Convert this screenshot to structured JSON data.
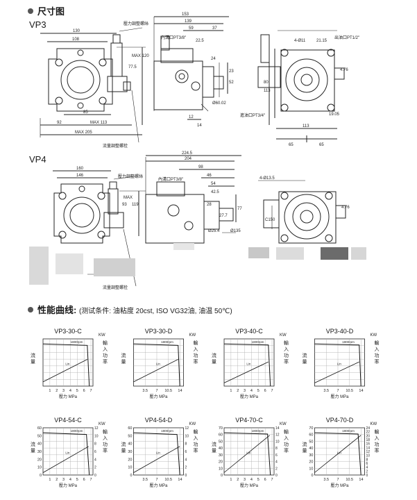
{
  "dims_section": {
    "title": "尺寸图",
    "vp3": {
      "label": "VP3",
      "front": {
        "w130": "130",
        "w108": "108",
        "adj": "壓力調整螺絲",
        "max120": "MAX 120",
        "v77": "77.5",
        "w85": "85",
        "w92": "92",
        "max113": "MAX 113",
        "max205": "MAX 205",
        "flow": "流量調整螺栓"
      },
      "side": {
        "w153": "153",
        "w139": "139",
        "w59": "59",
        "w37": "37",
        "inlet": "內溝口PT3/8\"",
        "w225": "22.5",
        "v24": "24",
        "v23": "23",
        "v52": "52",
        "d": "Ø60.02",
        "w12": "12",
        "w14": "14",
        "outlet": "進油口PT3/4\""
      },
      "rear": {
        "holes": "4-Ø11",
        "d21": "21.15",
        "outlet": "出油口PT1/2\"",
        "v476": "4.76",
        "v80": "80",
        "v113": "113",
        "v1905": "19.05",
        "w113": "113",
        "w65a": "65",
        "w65b": "65"
      }
    },
    "vp4": {
      "label": "VP4",
      "front": {
        "w160": "160",
        "w146": "146",
        "adj": "壓力調整螺絲",
        "max": "MAX",
        "v93": "93",
        "v119": "119",
        "flow": "流量調整螺栓"
      },
      "side": {
        "w2245": "224.5",
        "w204": "204",
        "w98": "98",
        "w46": "46",
        "inlet": "內溝口PT3/8\"",
        "w54": "54",
        "w425": "42.5",
        "w28": "28",
        "v277": "27.7",
        "v77": "77",
        "d254": "Ø25.4",
        "d135": "Ø135"
      },
      "rear": {
        "holes": "4-Ø13.5",
        "v476": "4.76",
        "c150": "C150"
      }
    }
  },
  "perf_section": {
    "title": "性能曲线:",
    "conditions": "(测试条件: 油粘度 20cst, ISO VG32油, 油温 50℃)"
  },
  "chart_data": [
    {
      "type": "line",
      "title": "VP3-30-C",
      "xlabel": "壓力 MPa",
      "ylabel": "流量",
      "y2label": "輸入功率",
      "x2label": "KW",
      "xticks": [
        "1",
        "2",
        "3",
        "4",
        "5",
        "6",
        "7"
      ],
      "yticks": [
        "",
        "",
        "",
        "",
        ""
      ],
      "series": [
        {
          "name": "1800rpm",
          "x": [
            0,
            6.7,
            7
          ],
          "y": [
            30,
            29,
            0
          ]
        },
        {
          "name": "Lin",
          "x": [
            0,
            6.7
          ],
          "y": [
            3,
            19
          ]
        }
      ]
    },
    {
      "type": "line",
      "title": "VP3-30-D",
      "xlabel": "壓力 MPa",
      "ylabel": "流量",
      "y2label": "輸入功率",
      "x2label": "KW",
      "xticks": [
        "3.5",
        "7",
        "10.5",
        "14"
      ],
      "yticks": [
        "",
        "",
        "",
        "",
        ""
      ],
      "series": [
        {
          "name": "1800rpm",
          "x": [
            0,
            12.8,
            13.3
          ],
          "y": [
            30,
            29,
            0
          ]
        },
        {
          "name": "Lin",
          "x": [
            0,
            12.8
          ],
          "y": [
            3,
            19
          ]
        }
      ]
    },
    {
      "type": "line",
      "title": "VP3-40-C",
      "xlabel": "壓力 MPa",
      "ylabel": "流量",
      "y2label": "輸入功率",
      "x2label": "KW",
      "xticks": [
        "1",
        "2",
        "3",
        "4",
        "5",
        "6",
        "7"
      ],
      "yticks": [
        "",
        "",
        "",
        "",
        ""
      ],
      "series": [
        {
          "name": "1800rpm",
          "x": [
            0,
            6.7,
            7
          ],
          "y": [
            40,
            39,
            0
          ]
        },
        {
          "name": "Lin",
          "x": [
            0,
            6.7
          ],
          "y": [
            3,
            23
          ]
        }
      ]
    },
    {
      "type": "line",
      "title": "VP3-40-D",
      "xlabel": "壓力 MPa",
      "ylabel": "流量",
      "y2label": "輸入功率",
      "x2label": "KW",
      "xticks": [
        "3.5",
        "7",
        "10.5",
        "14"
      ],
      "yticks": [
        "",
        "",
        "",
        "",
        ""
      ],
      "series": [
        {
          "name": "1800rpm",
          "x": [
            0,
            12.8,
            13.3
          ],
          "y": [
            40,
            39,
            0
          ]
        },
        {
          "name": "Lin",
          "x": [
            0,
            12.8
          ],
          "y": [
            3,
            23
          ]
        }
      ]
    },
    {
      "type": "line",
      "title": "VP4-54-C",
      "xlabel": "壓力 MPa",
      "ylabel": "流量",
      "y2label": "輸入功率",
      "x2label": "KW",
      "xticks": [
        "1",
        "2",
        "3",
        "4",
        "5",
        "6",
        "7"
      ],
      "yticks": [
        "0",
        "10",
        "20",
        "30",
        "40",
        "50",
        "60"
      ],
      "y2ticks": [
        "0",
        "2",
        "4",
        "6",
        "8",
        "10",
        "12"
      ],
      "series": [
        {
          "name": "1800rpm",
          "x": [
            0,
            6.2,
            6.6
          ],
          "y": [
            53,
            51,
            0
          ]
        },
        {
          "name": "Lin",
          "x": [
            0,
            6.5
          ],
          "y": [
            3,
            36
          ]
        }
      ]
    },
    {
      "type": "line",
      "title": "VP4-54-D",
      "xlabel": "壓力 MPa",
      "ylabel": "流量",
      "y2label": "輸入功率",
      "x2label": "KW",
      "xticks": [
        "3.5",
        "7",
        "10.5",
        "14"
      ],
      "yticks": [
        "0",
        "10",
        "20",
        "30",
        "40",
        "50",
        "60"
      ],
      "y2ticks": [
        "0",
        "2",
        "4",
        "6",
        "8",
        "10",
        "12"
      ],
      "series": [
        {
          "name": "1800rpm",
          "x": [
            0,
            12.2,
            13
          ],
          "y": [
            53,
            51,
            0
          ]
        },
        {
          "name": "Lin",
          "x": [
            0,
            13
          ],
          "y": [
            3,
            36
          ]
        }
      ]
    },
    {
      "type": "line",
      "title": "VP4-70-C",
      "xlabel": "壓力 MPa",
      "ylabel": "流量",
      "y2label": "輸入功率",
      "x2label": "KW",
      "xticks": [
        "1",
        "2",
        "3",
        "4",
        "5",
        "6",
        "7"
      ],
      "yticks": [
        "0",
        "10",
        "20",
        "30",
        "40",
        "50",
        "60",
        "70"
      ],
      "y2ticks": [
        "0",
        "2",
        "4",
        "6",
        "8",
        "10",
        "12",
        "14"
      ],
      "series": [
        {
          "name": "1800rpm",
          "x": [
            0,
            6.2,
            6.6
          ],
          "y": [
            70,
            68,
            0
          ]
        },
        {
          "name": "Lin",
          "x": [
            0,
            6.5
          ],
          "y": [
            4,
            66
          ]
        }
      ]
    },
    {
      "type": "line",
      "title": "VP4-70-D",
      "xlabel": "壓力 MPa",
      "ylabel": "流量",
      "y2label": "輸入功率",
      "x2label": "KW",
      "xticks": [
        "3.5",
        "7",
        "10.5",
        "14"
      ],
      "yticks": [
        "0",
        "10",
        "20",
        "30",
        "40",
        "50",
        "60",
        "70"
      ],
      "y2ticks": [
        "0",
        "2",
        "4",
        "6",
        "8",
        "10",
        "12",
        "14",
        "16",
        "18",
        "20",
        "22",
        "24"
      ],
      "series": [
        {
          "name": "1800rpm",
          "x": [
            0,
            12.2,
            13
          ],
          "y": [
            70,
            68,
            0
          ]
        },
        {
          "name": "Lin",
          "x": [
            0,
            13
          ],
          "y": [
            4,
            66
          ]
        }
      ]
    }
  ]
}
